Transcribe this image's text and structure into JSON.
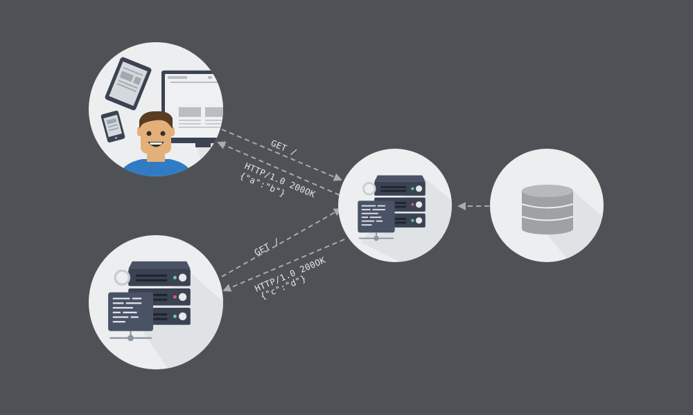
{
  "colors": {
    "background": "#4e5257",
    "node_circle": "#eceeef",
    "node_shadow": "#dcdfe1",
    "arrow": "#a9abad",
    "server_dark": "#3b4252",
    "server_light": "#4a5266",
    "led_green": "#5fd3a6",
    "led_red": "#e5566a",
    "led_white": "#e6e8eb",
    "database": "#9fa2a5",
    "person_shirt": "#2f7cc4",
    "person_skin": "#e4b07a",
    "person_hair": "#5a3b23"
  },
  "nodes": {
    "client": {
      "label": "",
      "icon": "user-with-devices-icon"
    },
    "proxy_server": {
      "label": "",
      "icon": "server-rack-icon"
    },
    "database": {
      "label": "",
      "icon": "database-icon"
    },
    "backend_server": {
      "label": "",
      "icon": "server-rack-icon"
    }
  },
  "edges": {
    "client_request": {
      "from": "client",
      "to": "proxy_server",
      "label": "GET /"
    },
    "client_response": {
      "from": "proxy_server",
      "to": "client",
      "line1": "HTTP/1.0 200OK",
      "line2": "{\"a\":\"b\"}"
    },
    "backend_request": {
      "from": "backend_server",
      "to": "proxy_server",
      "label": "GET /"
    },
    "backend_response": {
      "from": "proxy_server",
      "to": "backend_server",
      "line1": "HTTP/1.0 200OK",
      "line2": "{\"c\":\"d\"}"
    },
    "db_link": {
      "from": "database",
      "to": "proxy_server",
      "label": ""
    }
  }
}
